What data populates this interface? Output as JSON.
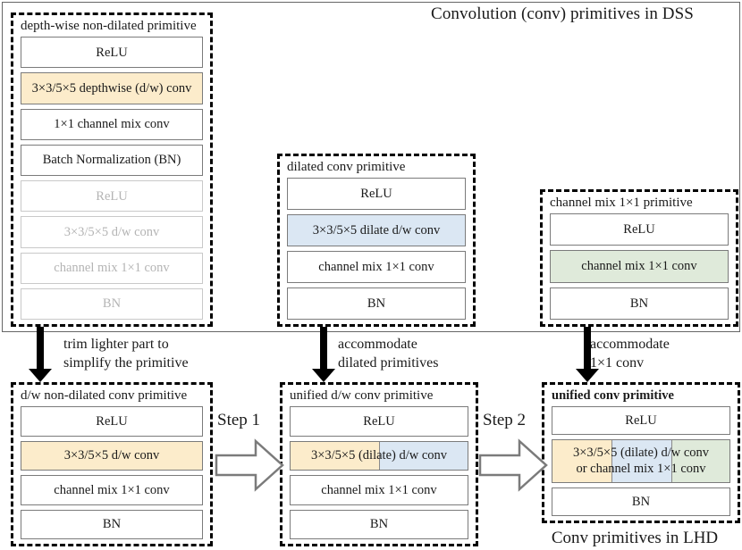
{
  "titles": {
    "top": "Convolution (conv) primitives in DSS",
    "bottom": "Conv primitives in LHD"
  },
  "top_row": [
    {
      "name": "depth-wise-non-dilated-primitive",
      "title": "depth-wise non-dilated primitive",
      "cells": [
        {
          "label": "ReLU",
          "style": "plain"
        },
        {
          "label": "3×3/5×5 depthwise (d/w) conv",
          "style": "yellow"
        },
        {
          "label": "1×1 channel mix conv",
          "style": "plain"
        },
        {
          "label": "Batch Normalization (BN)",
          "style": "plain"
        },
        {
          "label": "ReLU",
          "style": "faded"
        },
        {
          "label": "3×3/5×5 d/w conv",
          "style": "faded"
        },
        {
          "label": "channel mix 1×1 conv",
          "style": "faded"
        },
        {
          "label": "BN",
          "style": "faded"
        }
      ]
    },
    {
      "name": "dilated-conv-primitive",
      "title": "dilated conv primitive",
      "cells": [
        {
          "label": "ReLU",
          "style": "plain"
        },
        {
          "label": "3×3/5×5 dilate d/w conv",
          "style": "blue"
        },
        {
          "label": "channel mix 1×1 conv",
          "style": "plain"
        },
        {
          "label": "BN",
          "style": "plain"
        }
      ]
    },
    {
      "name": "channel-mix-1x1-primitive",
      "title": "channel mix 1×1 primitive",
      "cells": [
        {
          "label": "ReLU",
          "style": "plain"
        },
        {
          "label": "channel mix 1×1 conv",
          "style": "green"
        },
        {
          "label": "BN",
          "style": "plain"
        }
      ]
    }
  ],
  "notes": [
    {
      "name": "note-trim",
      "line1": "trim lighter part to",
      "line2": "simplify the primitive"
    },
    {
      "name": "note-dilated",
      "line1": "accommodate",
      "line2": "dilated primitives"
    },
    {
      "name": "note-1x1",
      "line1": "accommodate",
      "line2": "1×1 conv"
    }
  ],
  "bottom_row": [
    {
      "name": "dw-non-dilated-conv-primitive",
      "title": "d/w non-dilated conv primitive",
      "title_bold": false,
      "cells": [
        {
          "label": "ReLU",
          "style": "plain"
        },
        {
          "label": "3×3/5×5 d/w conv",
          "style": "yellow"
        },
        {
          "label": "channel mix 1×1 conv",
          "style": "plain"
        },
        {
          "label": "BN",
          "style": "plain"
        }
      ]
    },
    {
      "name": "unified-dw-conv-primitive",
      "title": "unified d/w conv primitive",
      "title_bold": false,
      "cells": [
        {
          "label": "ReLU",
          "style": "plain"
        },
        {
          "label": "3×3/5×5 (dilate) d/w conv",
          "style": "split2"
        },
        {
          "label": "channel mix 1×1 conv",
          "style": "plain"
        },
        {
          "label": "BN",
          "style": "plain"
        }
      ]
    },
    {
      "name": "unified-conv-primitive",
      "title": "unified conv primitive",
      "title_bold": true,
      "cells": [
        {
          "label": "ReLU",
          "style": "plain"
        },
        {
          "label": "3×3/5×5 (dilate) d/w conv",
          "label2": "or channel mix 1×1 conv",
          "style": "split3"
        },
        {
          "label": "BN",
          "style": "plain"
        }
      ]
    }
  ],
  "steps": [
    {
      "name": "step-1",
      "label": "Step 1"
    },
    {
      "name": "step-2",
      "label": "Step 2"
    }
  ],
  "colors": {
    "yellow": "#fceccb",
    "blue": "#dbe7f3",
    "green": "#dfeada",
    "cell_border": "#7b7b7b",
    "faded_border": "#c9c9c9",
    "faded_text": "#b4b4b4",
    "dash": "#000000"
  }
}
